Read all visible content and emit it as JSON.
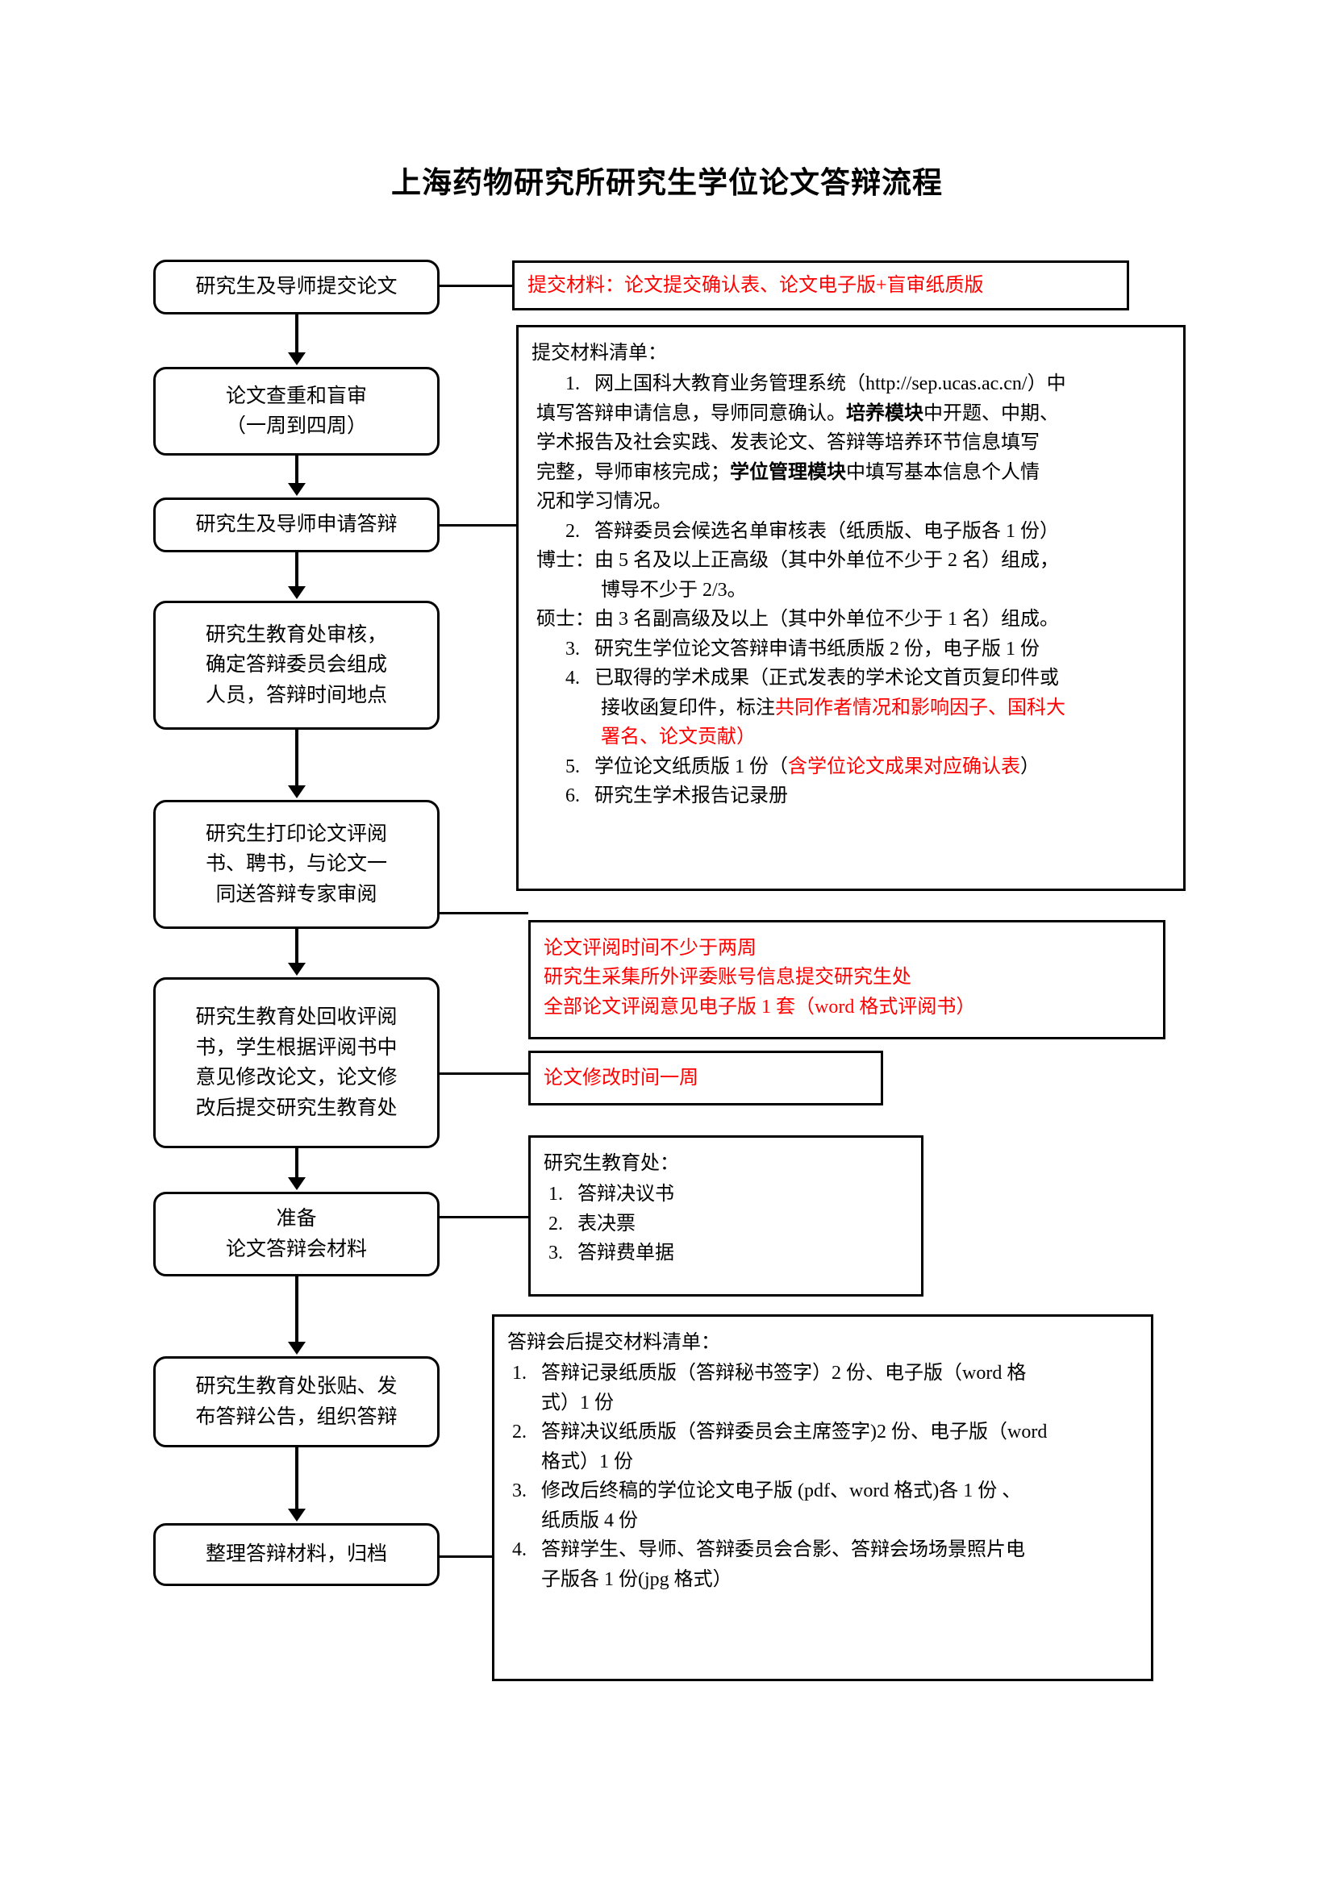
{
  "document": {
    "title": "上海药物研究所研究生学位论文答辩流程"
  },
  "flow_steps": [
    {
      "id": "submit-thesis",
      "lines": [
        "研究生及导师提交论文"
      ]
    },
    {
      "id": "plagiarism-blind",
      "lines": [
        "论文查重和盲审",
        "（一周到四周）"
      ]
    },
    {
      "id": "apply-defense",
      "lines": [
        "研究生及导师申请答辩"
      ]
    },
    {
      "id": "office-review",
      "lines": [
        "研究生教育处审核，",
        "确定答辩委员会组成",
        "人员，答辩时间地点"
      ]
    },
    {
      "id": "print-review-docs",
      "lines": [
        "研究生打印论文评阅",
        "书、聘书，与论文一",
        "同送答辩专家审阅"
      ]
    },
    {
      "id": "collect-revise",
      "lines": [
        "研究生教育处回收评阅",
        "书，学生根据评阅书中",
        "意见修改论文，论文修",
        "改后提交研究生教育处"
      ]
    },
    {
      "id": "prepare-materials",
      "lines": [
        "准备",
        "论文答辩会材料"
      ]
    },
    {
      "id": "post-organize",
      "lines": [
        "研究生教育处张贴、发",
        "布答辩公告，组织答辩"
      ]
    },
    {
      "id": "archive",
      "lines": [
        "整理答辩材料，归档"
      ]
    }
  ],
  "notes": {
    "submit_materials_red": "提交材料：论文提交确认表、论文电子版+盲审纸质版",
    "application_checklist": {
      "heading": "提交材料清单：",
      "items": [
        {
          "num": "1.",
          "segments": [
            {
              "text": "网上国科大教育业务管理系统（http://sep.ucas.ac.cn/）中",
              "style": "normal"
            }
          ]
        },
        {
          "cont": true,
          "segments": [
            {
              "text": "填写答辩申请信息，导师同意确认。",
              "style": "normal"
            },
            {
              "text": "培养模块",
              "style": "bold"
            },
            {
              "text": "中开题、中期、",
              "style": "normal"
            }
          ]
        },
        {
          "cont": true,
          "segments": [
            {
              "text": "学术报告及社会实践、发表论文、答辩等培养环节信息填写",
              "style": "normal"
            }
          ]
        },
        {
          "cont": true,
          "segments": [
            {
              "text": "完整，导师审核完成；",
              "style": "normal"
            },
            {
              "text": "学位管理模块",
              "style": "bold"
            },
            {
              "text": "中填写基本信息个人情",
              "style": "normal"
            }
          ]
        },
        {
          "cont": true,
          "segments": [
            {
              "text": "况和学习情况。",
              "style": "normal"
            }
          ]
        },
        {
          "num": "2.",
          "segments": [
            {
              "text": "答辩委员会候选名单审核表（纸质版、电子版各 1 份）",
              "style": "normal"
            }
          ]
        },
        {
          "label": "博士：",
          "segments": [
            {
              "text": "由 5 名及以上正高级（其中外单位不少于 2 名）组成，",
              "style": "normal"
            }
          ]
        },
        {
          "cont2": true,
          "segments": [
            {
              "text": "博导不少于 2/3。",
              "style": "normal"
            }
          ]
        },
        {
          "label": "硕士：",
          "segments": [
            {
              "text": "由 3 名副高级及以上（其中外单位不少于 1 名）组成。",
              "style": "normal"
            }
          ]
        },
        {
          "num": "3.",
          "segments": [
            {
              "text": "研究生学位论文答辩申请书纸质版 2 份，电子版 1 份",
              "style": "normal"
            }
          ]
        },
        {
          "num": "4.",
          "segments": [
            {
              "text": "已取得的学术成果（正式发表的学术论文首页复印件或",
              "style": "normal"
            }
          ]
        },
        {
          "cont": true,
          "segments": [
            {
              "text": "接收函复印件，标注",
              "style": "normal"
            },
            {
              "text": "共同作者情况和影响因子、国科大",
              "style": "red"
            }
          ]
        },
        {
          "cont": true,
          "segments": [
            {
              "text": "署名、论文贡献）",
              "style": "red"
            }
          ]
        },
        {
          "num": "5.",
          "segments": [
            {
              "text": "学位论文纸质版 1 份（",
              "style": "normal"
            },
            {
              "text": "含学位论文成果对应确认表",
              "style": "red"
            },
            {
              "text": "）",
              "style": "normal"
            }
          ]
        },
        {
          "num": "6.",
          "segments": [
            {
              "text": "研究生学术报告记录册",
              "style": "normal"
            }
          ]
        }
      ]
    },
    "review_time_red": [
      "论文评阅时间不少于两周",
      "研究生采集所外评委账号信息提交研究生处",
      "全部论文评阅意见电子版 1 套（word 格式评阅书）"
    ],
    "revision_time_red": "论文修改时间一周",
    "office_docs": {
      "heading": "研究生教育处：",
      "items": [
        {
          "num": "1.",
          "text": "答辩决议书"
        },
        {
          "num": "2.",
          "text": "表决票"
        },
        {
          "num": "3.",
          "text": "答辩费单据"
        }
      ]
    },
    "post_defense_checklist": {
      "heading": "答辩会后提交材料清单：",
      "items": [
        {
          "num": "1.",
          "text": "答辩记录纸质版（答辩秘书签字）2 份、电子版（word 格"
        },
        {
          "cont": true,
          "text": "式）1 份"
        },
        {
          "num": "2.",
          "text": "答辩决议纸质版（答辩委员会主席签字)2 份、电子版（word"
        },
        {
          "cont": true,
          "text": "格式）1 份"
        },
        {
          "num": "3.",
          "text": "修改后终稿的学位论文电子版 (pdf、word 格式)各 1 份 、"
        },
        {
          "cont": true,
          "text": "纸质版 4 份"
        },
        {
          "num": "4.",
          "text": "答辩学生、导师、答辩委员会合影、答辩会场场景照片电"
        },
        {
          "cont": true,
          "text": "子版各 1 份(jpg 格式）"
        }
      ]
    }
  },
  "colors": {
    "ink": "#000000",
    "highlight": "#ff0000",
    "page": "#ffffff"
  }
}
